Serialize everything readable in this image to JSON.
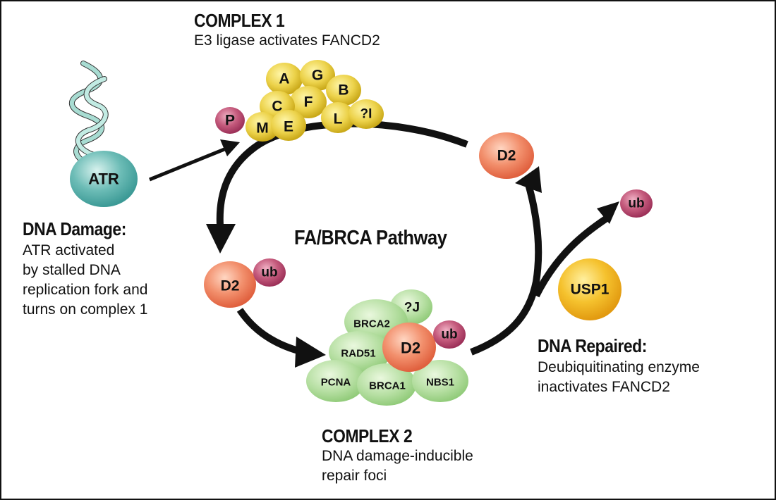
{
  "title": "FA/BRCA Pathway",
  "complex1": {
    "heading": "COMPLEX 1",
    "description": "E3 ligase activates FANCD2",
    "proteins": [
      "A",
      "G",
      "B",
      "C",
      "F",
      "P",
      "M",
      "E",
      "L",
      "?I"
    ]
  },
  "complex2": {
    "heading": "COMPLEX 2",
    "description_line1": "DNA damage-inducible",
    "description_line2": "repair foci",
    "proteins": [
      "BRCA2",
      "?J",
      "RAD51",
      "D2",
      "ub",
      "PCNA",
      "BRCA1",
      "NBS1"
    ]
  },
  "dna_damage": {
    "heading": "DNA Damage:",
    "lines": [
      "ATR activated",
      "by stalled DNA",
      "replication fork and",
      "turns on complex 1"
    ]
  },
  "dna_repaired": {
    "heading": "DNA Repaired:",
    "lines": [
      "Deubiquitinating enzyme",
      "inactivates FANCD2"
    ]
  },
  "molecules": {
    "atr": "ATR",
    "d2_top": "D2",
    "d2_left": "D2",
    "ub_left": "ub",
    "ub_right": "ub",
    "usp1": "USP1"
  },
  "colors": {
    "complex1_yellow": "#e8cc3a",
    "d2_orange": "#f08a6a",
    "ub_magenta": "#b84a6e",
    "complex2_green": "#a8d890",
    "atr_teal": "#5fb4b0",
    "usp1_gold": "#f2b830",
    "dna_strand": "#9fd4cc"
  }
}
